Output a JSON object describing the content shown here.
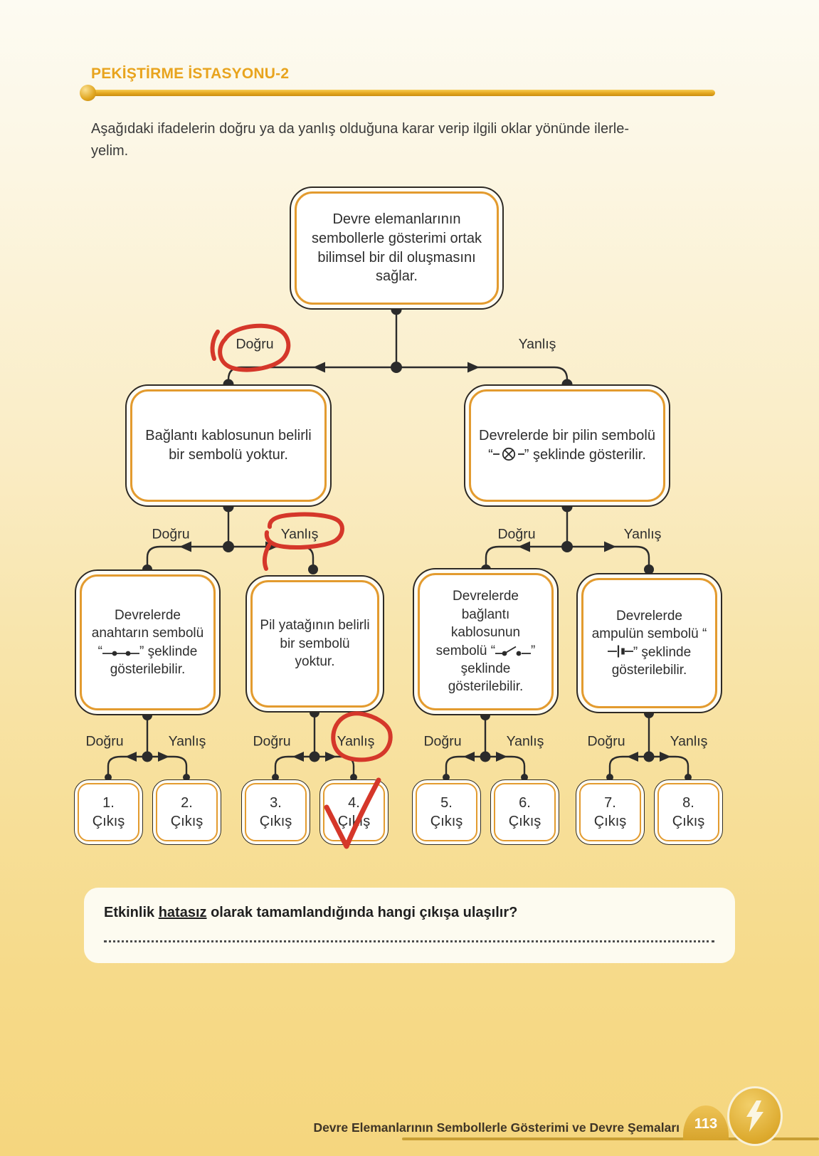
{
  "header": {
    "title": "PEKİŞTİRME İSTASYONU-2"
  },
  "intro": {
    "line1": "Aşağıdaki ifadelerin doğru ya da yanlış olduğuna karar verip ilgili oklar yönünde ilerle-",
    "line2": "yelim."
  },
  "labels": {
    "true": "Doğru",
    "false": "Yanlış"
  },
  "flowchart": {
    "root": {
      "text": "Devre elemanlarının sembollerle gösterimi ortak bilimsel bir dil oluşmasını sağlar."
    },
    "level2_left": {
      "text": "Bağlantı kablosunun belirli bir sembolü yoktur."
    },
    "level2_right": {
      "text_before": "Devrelerde bir pilin sembolü “",
      "symbol_icon": "lamp-circle-x-symbol",
      "text_after": "” şeklinde gösterilir."
    },
    "level3_switch": {
      "text_before": "Devrelerde anahtarın sembolü “",
      "symbol_icon": "closed-switch-symbol",
      "text_after": "” şeklinde gösterilebilir."
    },
    "level3_battery_holder": {
      "text": "Pil yatağının belirli bir sembolü yoktur."
    },
    "level3_cable": {
      "text_before": "Devrelerde bağlantı kablosunun sembolü “",
      "symbol_icon": "open-switch-symbol",
      "text_after": "” şeklinde gösterilebilir."
    },
    "level3_bulb": {
      "text_before": "Devrelerde ampulün sembolü “",
      "symbol_icon": "battery-symbol",
      "text_after": "” şeklinde gösterilebilir."
    },
    "outputs": [
      {
        "number": "1.",
        "label": "Çıkış"
      },
      {
        "number": "2.",
        "label": "Çıkış"
      },
      {
        "number": "3.",
        "label": "Çıkış"
      },
      {
        "number": "4.",
        "label": "Çıkış"
      },
      {
        "number": "5.",
        "label": "Çıkış"
      },
      {
        "number": "6.",
        "label": "Çıkış"
      },
      {
        "number": "7.",
        "label": "Çıkış"
      },
      {
        "number": "8.",
        "label": "Çıkış"
      }
    ]
  },
  "question": {
    "prefix": "Etkinlik ",
    "underlined": "hatasız",
    "suffix": " olarak tamamlandığında hangi çıkışa ulaşılır?"
  },
  "footer": {
    "chapter": "Devre Elemanlarının Sembollerle Gösterimi ve Devre Şemaları",
    "page_number": "113"
  },
  "colors": {
    "title_gold": "#E8A41E",
    "box_border_dark": "#2E2A25",
    "box_border_orange": "#E39B2F",
    "connector_dark": "#2B2B2B",
    "annotation_red": "#D5372A",
    "page_bottom_yellow": "#F5D67E"
  }
}
